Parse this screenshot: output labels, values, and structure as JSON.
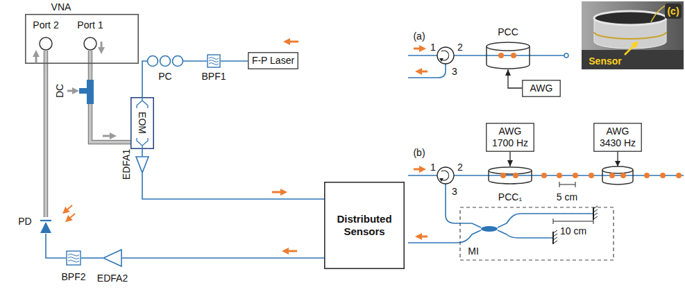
{
  "diagram": {
    "nodes": [
      {
        "text": [
          "VNA"
        ]
      },
      {
        "text": [
          "Port 2"
        ],
        "in": 0
      },
      {
        "text": [
          "Port 1"
        ],
        "in": 0
      },
      {
        "text": [
          "DC"
        ]
      },
      {
        "text": [
          "PC"
        ]
      },
      {
        "text": [
          "BPF1"
        ]
      },
      {
        "text": [
          "F-P Laser"
        ]
      },
      {
        "text": [
          "EOM"
        ]
      },
      {
        "text": [
          "EDFA1"
        ]
      },
      {
        "text": [
          "PD"
        ]
      },
      {
        "text": [
          "BPF2"
        ]
      },
      {
        "text": [
          "EDFA2"
        ]
      },
      {
        "text": [
          "Distributed Sensors"
        ]
      },
      {
        "text": [
          "PCC"
        ]
      },
      {
        "text": [
          "AWG"
        ]
      },
      {
        "text": [
          "(c)",
          "Sensor"
        ]
      },
      {
        "text": [
          "AWG 1700 Hz"
        ]
      },
      {
        "text": [
          "AWG 3430 Hz"
        ]
      },
      {
        "text": [
          "PCC₁"
        ]
      },
      {
        "text": [
          "MI"
        ]
      }
    ],
    "edges": [
      {
        "from": 2,
        "to": 3,
        "arrow": "none"
      },
      {
        "from": 3,
        "to": 7,
        "arrow": "none"
      },
      {
        "from": 6,
        "to": 5,
        "arrow": "none"
      },
      {
        "from": 5,
        "to": 4,
        "arrow": "none"
      },
      {
        "from": 4,
        "to": 7,
        "arrow": "none"
      },
      {
        "from": 7,
        "to": 8,
        "arrow": "none"
      },
      {
        "from": 8,
        "to": 12,
        "arrow": "none"
      },
      {
        "from": 12,
        "to": 11,
        "arrow": "none"
      },
      {
        "from": 11,
        "to": 10,
        "arrow": "none"
      },
      {
        "from": 10,
        "to": 9,
        "arrow": "none"
      },
      {
        "from": 9,
        "to": 1,
        "arrow": "none"
      },
      {
        "from": 14,
        "to": 13,
        "arrow": "to"
      },
      {
        "from": 16,
        "to": 18,
        "arrow": "to"
      }
    ],
    "labels": [
      "(a)",
      "1",
      "2",
      "3",
      "(b)",
      "1",
      "2",
      "3",
      "5 cm",
      "10 cm"
    ]
  }
}
